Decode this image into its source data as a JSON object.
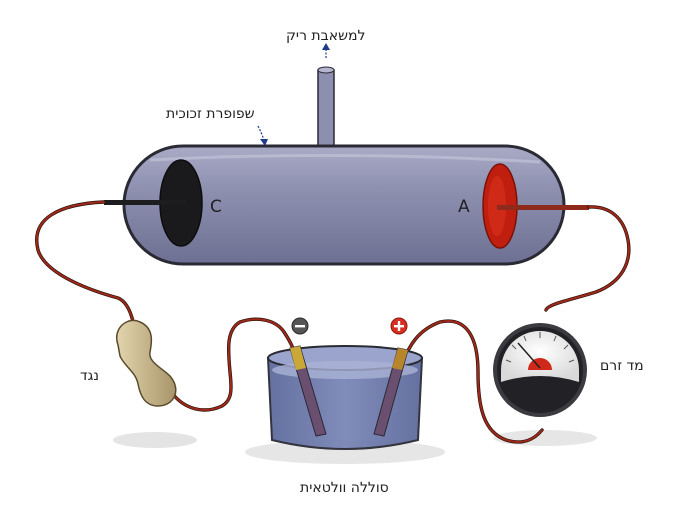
{
  "labels": {
    "vacuum_pump": "למשאבת ריק",
    "glass_tube": "שפופרת זכוכית",
    "cathode_letter": "C",
    "anode_letter": "A",
    "resistor": "נגד",
    "ammeter": "מד זרם",
    "voltaic_cell": "סוללה וולטאית"
  },
  "terminals": {
    "negative": "−",
    "positive": "+"
  },
  "colors": {
    "tube_body": "#8e90b0",
    "tube_outline": "#2a2a35",
    "cathode_plate": "#1a1a1c",
    "anode_plate": "#c01f10",
    "wire": "#a02818",
    "resistor": "#c8b88c",
    "beaker": "#6b78a8",
    "pointer_arrow": "#1f3a8a",
    "negative_terminal": "#555555",
    "positive_terminal": "#d83020"
  },
  "icons": {
    "pump_arrow": "arrow-up-icon",
    "tube_pointer": "arrow-down-icon"
  }
}
